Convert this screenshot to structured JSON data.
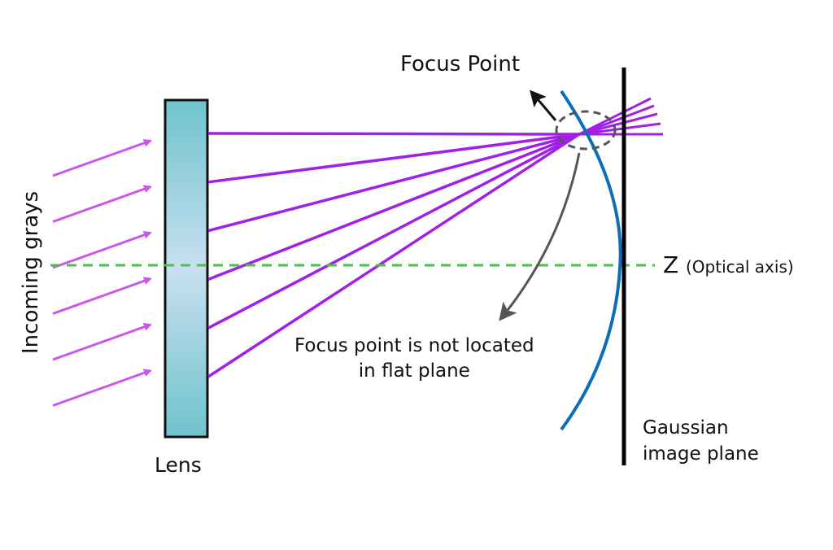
{
  "title": "Field curvature diagram",
  "labels": {
    "focus_point": "Focus Point",
    "axis_letter": "Z",
    "axis_name": "(Optical axis)",
    "note_line1": "Focus point is not located",
    "note_line2": "in flat plane",
    "lens": "Lens",
    "plane_line1": "Gaussian",
    "plane_line2": "image plane",
    "incoming": "Incoming grays"
  },
  "colors": {
    "ray": "#a020e8",
    "incoming_ray": "#cc55ee",
    "axis": "#4cbf4c",
    "curved_surface": "#0a6fb8",
    "image_plane": "#000000",
    "annotation_arrow": "#555555",
    "lens_edge": "#6fc3cd",
    "lens_center": "#c8dff0"
  },
  "counts": {
    "incoming_rays": 6,
    "refracted_rays": 6
  }
}
